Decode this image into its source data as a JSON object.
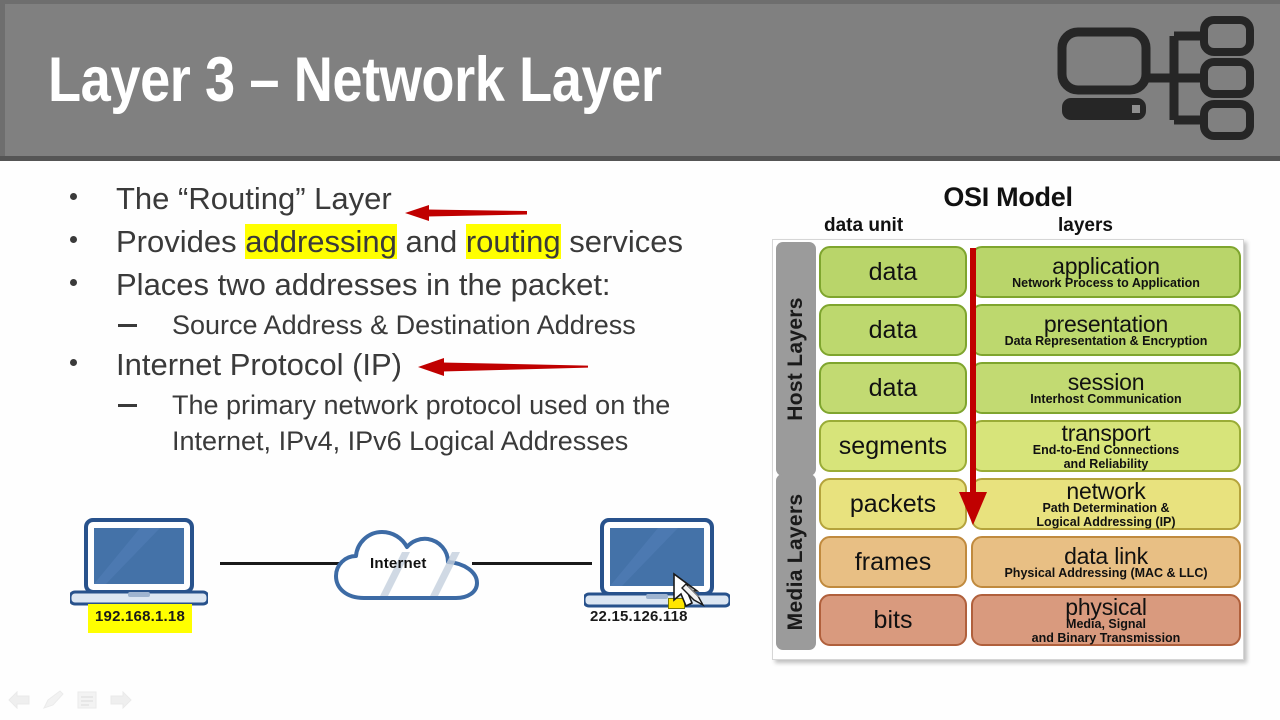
{
  "header": {
    "title": "Layer 3 – Network Layer",
    "icon_name": "computer-network-icon",
    "bg_color": "#808080",
    "title_color": "#ffffff"
  },
  "bullets": [
    {
      "level": 1,
      "parts": [
        {
          "text": "The “Routing” Layer",
          "highlight": false
        }
      ]
    },
    {
      "level": 1,
      "parts": [
        {
          "text": "Provides ",
          "highlight": false
        },
        {
          "text": "addressing",
          "highlight": true
        },
        {
          "text": " and ",
          "highlight": false
        },
        {
          "text": "routing",
          "highlight": true
        },
        {
          "text": " services",
          "highlight": false
        }
      ]
    },
    {
      "level": 1,
      "parts": [
        {
          "text": "Places two addresses in the packet:",
          "highlight": false
        }
      ]
    },
    {
      "level": 2,
      "parts": [
        {
          "text": "Source Address & Destination Address",
          "highlight": false
        }
      ]
    },
    {
      "level": 1,
      "parts": [
        {
          "text": "Internet Protocol (IP)",
          "highlight": false
        }
      ]
    },
    {
      "level": 2,
      "parts": [
        {
          "text": "The primary network protocol used on the Internet, IPv4, IPv6 Logical Addresses",
          "highlight": false
        }
      ]
    }
  ],
  "annotations": {
    "arrow_color": "#C00000",
    "arrow_1_name": "red-arrow-routing-layer",
    "arrow_2_name": "red-arrow-internet-protocol",
    "osi_arrow_name": "red-down-arrow-to-network-layer"
  },
  "network_diagram": {
    "left_host": {
      "ip": "192.168.1.18",
      "ip_highlighted": true
    },
    "right_host": {
      "ip": "22.15.126.118",
      "ip_highlighted": false
    },
    "cloud_label": "Internet",
    "laptop_color": "#4472a8",
    "outline_color": "#28528c",
    "highlight_color": "#ffff00"
  },
  "osi_model": {
    "title": "OSI Model",
    "col_headers": {
      "left": "data unit",
      "right": "layers"
    },
    "groups": [
      {
        "label": "Host Layers",
        "rows": 4
      },
      {
        "label": "Media Layers",
        "rows": 3
      }
    ],
    "rows": [
      {
        "unit": "data",
        "layer": "application",
        "desc": "Network Process to Application",
        "color": "#b9d56a",
        "border": "#7fa52e"
      },
      {
        "unit": "data",
        "layer": "presentation",
        "desc": "Data Representation & Encryption",
        "color": "#bdd86e",
        "border": "#7fa52e"
      },
      {
        "unit": "data",
        "layer": "session",
        "desc": "Interhost Communication",
        "color": "#c2da72",
        "border": "#7fa52e"
      },
      {
        "unit": "segments",
        "layer": "transport",
        "desc": "End-to-End Connections\nand Reliability",
        "color": "#d7e47a",
        "border": "#9aac36"
      },
      {
        "unit": "packets",
        "layer": "network",
        "desc": "Path Determination &\nLogical Addressing (IP)",
        "color": "#e8e27e",
        "border": "#b4a33c"
      },
      {
        "unit": "frames",
        "layer": "data link",
        "desc": "Physical Addressing (MAC & LLC)",
        "color": "#e8bf84",
        "border": "#c08a3e"
      },
      {
        "unit": "bits",
        "layer": "physical",
        "desc": "Media, Signal\nand Binary Transmission",
        "color": "#d99a7e",
        "border": "#b0603c"
      }
    ]
  },
  "toolbar": {
    "items": [
      {
        "name": "previous-slide-icon"
      },
      {
        "name": "pen-tool-icon"
      },
      {
        "name": "slide-menu-icon"
      },
      {
        "name": "next-slide-icon"
      }
    ]
  }
}
